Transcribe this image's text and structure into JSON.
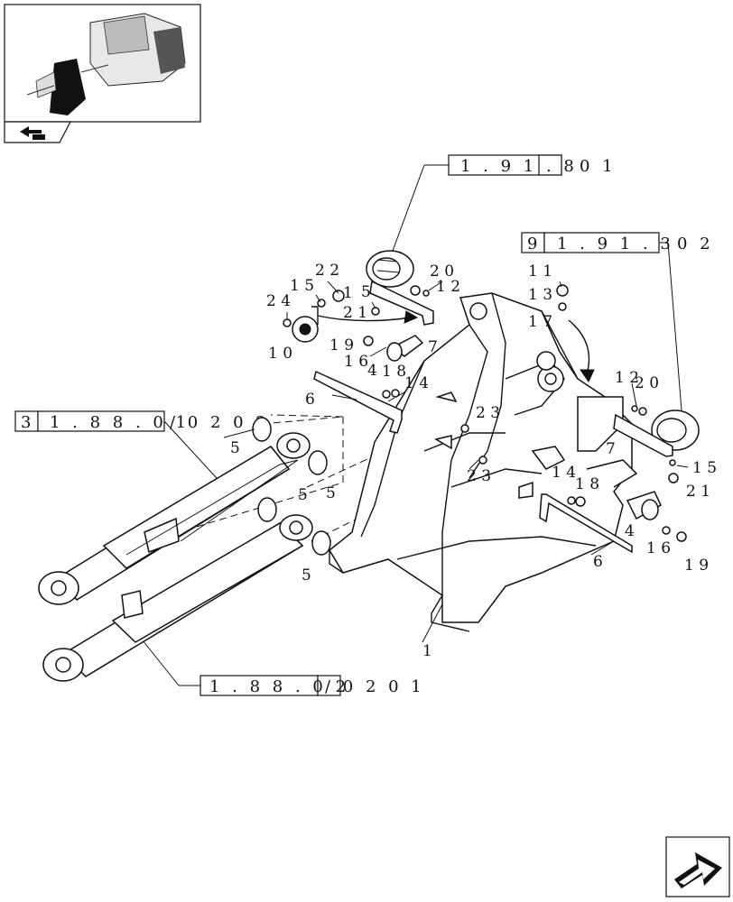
{
  "references": [
    {
      "prefix": "",
      "code": "1 . 9 1 . 8",
      "suffix": "0 1"
    },
    {
      "prefix": "9",
      "code": "1 . 9 1 . 3",
      "suffix": "0 2"
    },
    {
      "prefix": "3",
      "code": "1 . 8 8 . 0 1",
      "suffix": "/ 0 2  0 2"
    },
    {
      "prefix": "",
      "code": "1 . 8 8 . 0 2",
      "suffix": "/ 0 2  0 1"
    }
  ],
  "callouts": {
    "c22": "2 2",
    "c15a": "1 5",
    "c1a": "1",
    "c24": "2 4",
    "c5a": "5",
    "c21a": "2 1",
    "c10": "1 0",
    "c20a": "2 0",
    "c12a": "1 2",
    "c19a": "1 9",
    "c16a": "1 6",
    "c4a": "4",
    "c18a": "1 8",
    "c14a": "1 4",
    "c7a": "7",
    "c6a": "6",
    "c11": "1 1",
    "c13": "1 3",
    "c17": "1 7",
    "c12b": "1 2",
    "c20b": "2 0",
    "c7b": "7",
    "c15b": "1 5",
    "c21b": "2 1",
    "c23a": "2 3",
    "c23b": "2 3",
    "c14b": "1 4",
    "c18b": "1 8",
    "c4b": "4",
    "c16b": "1 6",
    "c19b": "1 9",
    "c6b": "6",
    "c5b": "5",
    "c5c": "5",
    "c5d": "5",
    "c5e": "5",
    "c1b": "1"
  },
  "icons": {
    "thumbnail": "machine-overview-thumbnail",
    "back": "back-arrow-icon",
    "next": "next-page-arrow-icon"
  }
}
